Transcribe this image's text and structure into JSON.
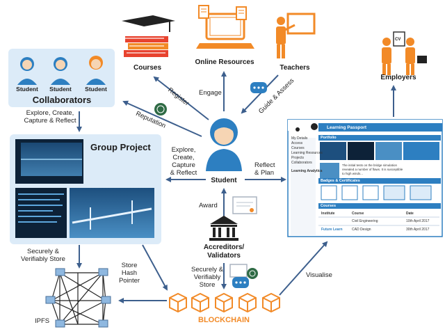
{
  "nodes": {
    "courses": "Courses",
    "online_resources": "Online Resources",
    "teachers": "Teachers",
    "employers": "Employers",
    "collaborators": "Collaborators",
    "collab_students": [
      "Student",
      "Student",
      "Student"
    ],
    "group_project": "Group Project",
    "student": "Student",
    "accreditors_line1": "Accreditors/",
    "accreditors_line2": "Validators",
    "blockchain": "BLOCKCHAIN",
    "ipfs": "IPFS"
  },
  "edges": {
    "register": "Register",
    "engage": "Engage",
    "guide_assess": "Guide & Assess",
    "reputation": "Reputation",
    "explore_left_1": "Explore, Create,",
    "explore_left_2": "Capture & Reflect",
    "explore_center_1": "Explore,",
    "explore_center_2": "Create,",
    "explore_center_3": "Capture",
    "explore_center_4": "& Reflect",
    "reflect_plan_1": "Reflect",
    "reflect_plan_2": "& Plan",
    "award": "Award",
    "secure_store_left_1": "Securely &",
    "secure_store_left_2": "Verifiably Store",
    "store_hash_1": "Store",
    "store_hash_2": "Hash",
    "store_hash_3": "Pointer",
    "secure_store_center_1": "Securely &",
    "secure_store_center_2": "Verifiably",
    "secure_store_center_3": "Store",
    "visualise": "Visualise"
  },
  "passport": {
    "title": "Learning Passport",
    "menu": [
      "My Details",
      "Access",
      "Courses",
      "Learning Resources",
      "Projects",
      "Collaborators",
      "Learning Analytics"
    ],
    "portfolio_header": "Portfolio",
    "portfolio_note_1": "The initial tests on the bridge simulation",
    "portfolio_note_2": "revealed a number of flaws. It is susceptible",
    "portfolio_note_3": "to high winds...",
    "badges_header": "Badges & Certificates",
    "courses_header": "Courses",
    "table_headers": [
      "Institute",
      "Course",
      "Date"
    ],
    "table_rows": [
      {
        "course": "Civil Engineering",
        "date": "10th April 2017"
      },
      {
        "course": "CAD Design",
        "date": "30th April 2017"
      }
    ],
    "institute_logo": "Future Learn"
  },
  "badges": {
    "cv": "CV"
  },
  "colors": {
    "accent_blue": "#2d7fc1",
    "arrow_blue": "#3d5f8d",
    "orange": "#f28a27",
    "panel_fill": "#dcebf8"
  }
}
